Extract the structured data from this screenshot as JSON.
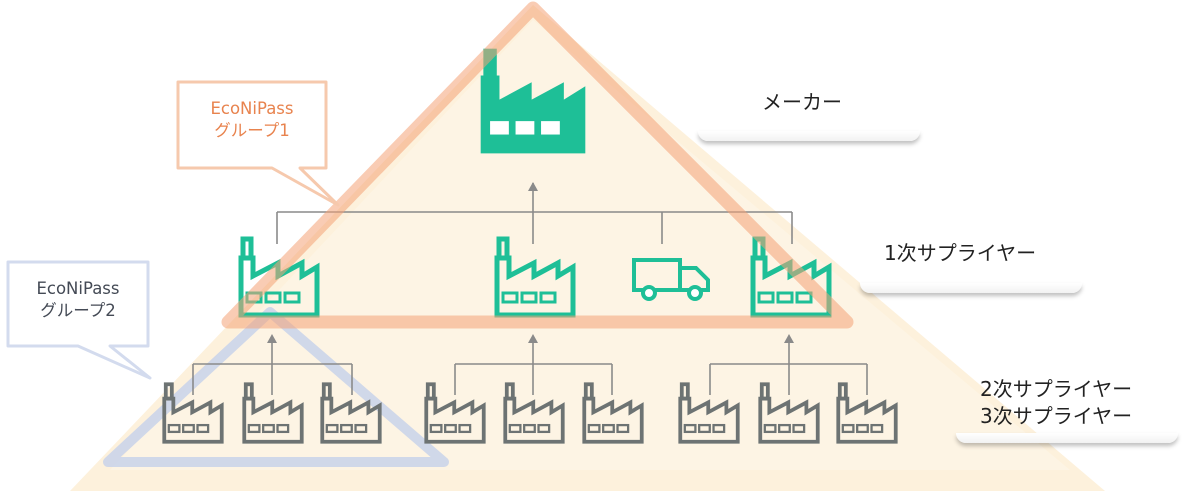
{
  "tiers": {
    "maker": "メーカー",
    "tier1": "1次サプライヤー",
    "tier2": "2次サプライヤー",
    "tier3": "3次サプライヤー"
  },
  "callouts": {
    "group1": {
      "line1": "EcoNiPass",
      "line2": "グループ1"
    },
    "group2": {
      "line1": "EcoNiPass",
      "line2": "グループ2"
    }
  },
  "colors": {
    "pyramid_fill": "#fdf1dc",
    "group1_accent": "#f3a77c",
    "group2_accent": "#aab7d6",
    "factory_main": "#1ebf97",
    "factory_supplier": "#6d7373",
    "connector": "#8a8a8a"
  },
  "icons": {
    "maker": "factory-icon",
    "tier1": [
      "factory-icon",
      "factory-icon",
      "truck-icon",
      "factory-icon"
    ],
    "tier2": "factory-icon"
  }
}
